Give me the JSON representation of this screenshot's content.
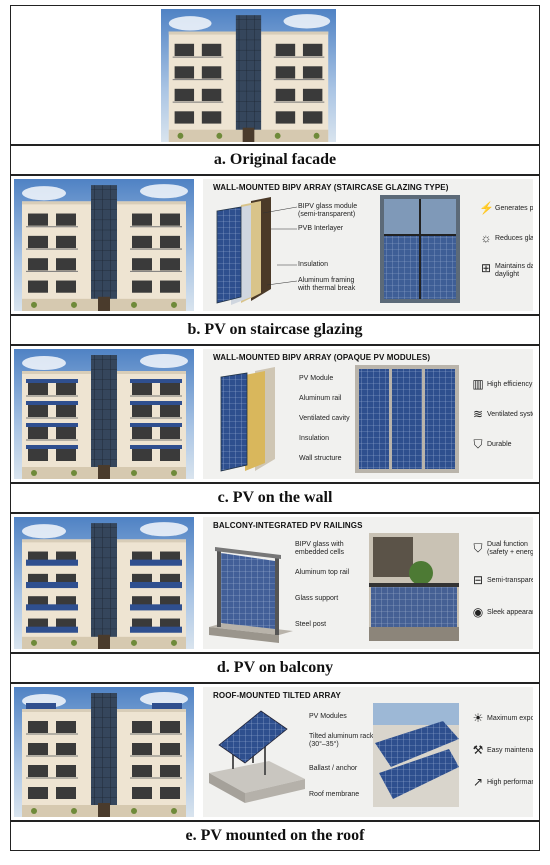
{
  "panels": {
    "a": {
      "caption": "a.      Original facade"
    },
    "b": {
      "caption": "b. PV on staircase glazing",
      "title": "WALL-MOUNTED BIPV ARRAY (STAIRCASE GLAZING TYPE)",
      "labels": [
        "BIPV glass module",
        "(semi-transparent)",
        "PVB Interlayer",
        "Insulation",
        "Aluminum framing",
        "with thermal break"
      ],
      "features": [
        {
          "icon": "lightning-icon",
          "text": "Generates power"
        },
        {
          "icon": "sun-icon",
          "text": "Reduces glare"
        },
        {
          "icon": "window-icon",
          "text": "Maintains daylight",
          "text2": "daylight"
        }
      ]
    },
    "c": {
      "caption": "c. PV on the wall",
      "title": "WALL-MOUNTED BIPV ARRAY (OPAQUE PV MODULES)",
      "labels": [
        "PV Module",
        "Aluminum rail",
        "Ventilated cavity",
        "Insulation",
        "Wall structure"
      ],
      "features": [
        {
          "icon": "bar-chart-icon",
          "text": "High efficiency"
        },
        {
          "icon": "wind-icon",
          "text": "Ventilated system"
        },
        {
          "icon": "shield-icon",
          "text": "Durable"
        }
      ]
    },
    "d": {
      "caption": "d.      PV on balcony",
      "title": "BALCONY-INTEGRATED PV RAILINGS",
      "labels": [
        "BIPV glass with",
        "embedded cells",
        "Aluminum top rail",
        "Glass support",
        "Steel post"
      ],
      "features": [
        {
          "icon": "shield-icon",
          "text": "Dual function",
          "text2": "(safety + energy)"
        },
        {
          "icon": "panel-icon",
          "text": "Semi-transparent"
        },
        {
          "icon": "eye-icon",
          "text": "Sleek appearance"
        }
      ]
    },
    "e": {
      "caption": "e. PV mounted on the roof",
      "title": "ROOF-MOUNTED TILTED ARRAY",
      "labels": [
        "PV Modules",
        "Tilted aluminum rack",
        "(30°–35°)",
        "Ballast / anchor",
        "Roof membrane"
      ],
      "features": [
        {
          "icon": "sun-icon",
          "text": "Maximum exposure"
        },
        {
          "icon": "wrench-icon",
          "text": "Easy maintenance"
        },
        {
          "icon": "trend-chart-icon",
          "text": "High performance"
        }
      ]
    }
  },
  "colors": {
    "sky": "#6d9bd0",
    "facade": "#efe6d6",
    "glass": "#2d3b4e",
    "pv": "#2f4f8f",
    "card": "#f1f1ef"
  }
}
